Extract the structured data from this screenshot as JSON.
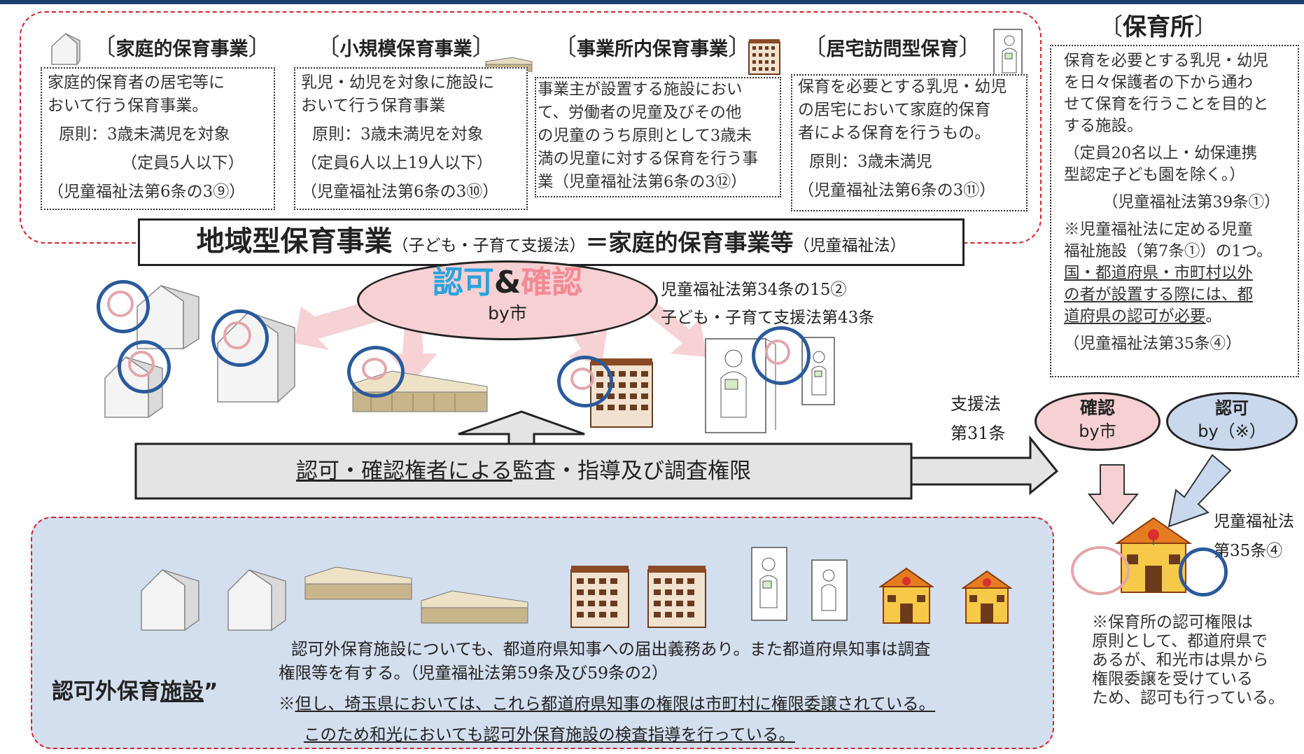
{
  "top_box": {
    "cards": [
      {
        "title": "家庭的保育事業",
        "lines": [
          "家庭的保育者の居宅等に",
          "おいて行う保育事業。",
          "原則：3歳未満児を対象",
          "（定員5人以下）",
          "（児童福祉法第6条の3⑨）"
        ]
      },
      {
        "title": "小規模保育事業",
        "lines": [
          "乳児・幼児を対象に施設に",
          "おいて行う保育事業",
          "原則：3歳未満児を対象",
          "（定員6人以上19人以下）",
          "（児童福祉法第6条の3⑩）"
        ]
      },
      {
        "title": "事業所内保育事業",
        "lines": [
          "事業主が設置する施設におい",
          "て、労働者の児童及びその他",
          "の児童のうち原則として3歳未",
          "満の児童に対する保育を行う事",
          "業（児童福祉法第6条の3⑫）"
        ]
      },
      {
        "title": "居宅訪問型保育",
        "lines": [
          "保育を必要とする乳児・幼児",
          "の居宅において家庭的保育",
          "者による保育を行うもの。",
          "原則：3歳未満児",
          "（児童福祉法第6条の3⑪）"
        ]
      }
    ],
    "banner": {
      "main": "地域型保育事業",
      "sub1": "（子ども・子育て支援法）",
      "eq": "＝家庭的保育事業等",
      "sub2": "（児童福祉法）"
    }
  },
  "hoikusho": {
    "title": "保育所",
    "lines": [
      "保育を必要とする乳児・幼児",
      "を日々保護者の下から通わ",
      "せて保育を行うことを目的と",
      "する施設。",
      "（定員20名以上・幼保連携",
      "型認定子ども園を除く。）",
      "（児童福祉法第39条①）",
      "※児童福祉法に定める児童",
      "福祉施設（第7条①）の1つ。"
    ],
    "underlined": [
      "国・都道府県・市町村以外",
      "の者が設置する際には、都",
      "道府県の認可が必要"
    ],
    "underlined_tail": "。",
    "last": "（児童福祉法第35条④）"
  },
  "center": {
    "ellipse_nin": "認可",
    "ellipse_amp": "&",
    "ellipse_kaku": "確認",
    "ellipse_by": "by市",
    "law1": "児童福祉法第34条の15②",
    "law2": "子ども・子育て支援法第43条",
    "arrow_ul": "認可・確認権者による",
    "arrow_rest": "監査・指導及び調査権限",
    "shienho1": "支援法",
    "shienho2": "第31条"
  },
  "right_ovals": {
    "kakunin": "確認",
    "kakunin_by": "by市",
    "ninka": "認可",
    "ninka_by": "by（※）",
    "law1": "児童福祉法",
    "law2": "第35条④",
    "note": [
      "※保育所の認可権限は",
      "原則として、都道府県で",
      "あるが、和光市は県から",
      "権限委譲を受けている",
      "ため、認可も行っている。"
    ]
  },
  "bottom": {
    "label_a": "認可外保育",
    "label_b": "施設",
    "label_c": "”",
    "text1": "認可外保育施設についても、都道府県知事への届出義務あり。また都道府県知事は調査",
    "text2": "権限等を有する。（児童福祉法第59条及び59条の2）",
    "text3_prefix": "※",
    "text3": "但し、埼玉県においては、これら都道府県知事の権限は市町村に権限委譲されている。",
    "text4": "このため和光においても認可外保育施設の検査指導を行っている。"
  },
  "colors": {
    "red_dash": "#d6242c",
    "blue_panel": "#d3dfee",
    "pink": "#f2c9cc",
    "light_blue": "#c9d8ec",
    "blue_ring": "#2a5a9b",
    "cyan_text": "#2aa3de"
  }
}
